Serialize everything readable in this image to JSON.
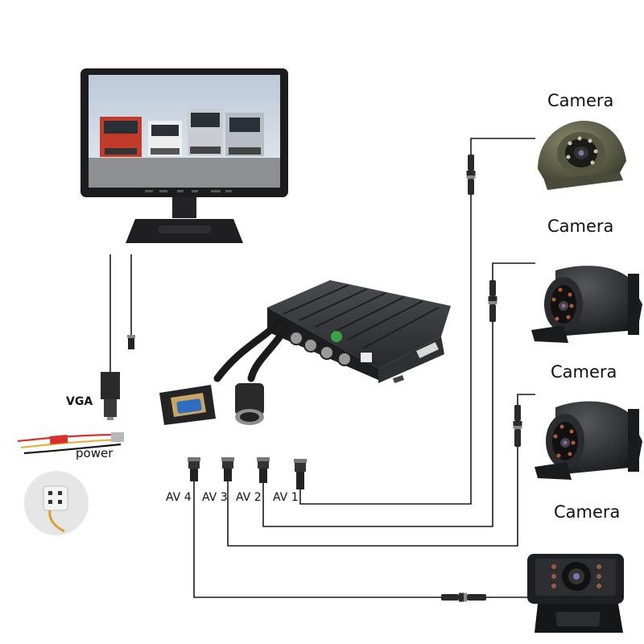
{
  "labels": {
    "camera_1": "Camera",
    "camera_2": "Camera",
    "camera_3": "Camera",
    "camera_4": "Camera",
    "av1": "AV 1",
    "av2": "AV 2",
    "av3": "AV 3",
    "av4": "AV 4",
    "vga": "VGA",
    "power": "power"
  },
  "colors": {
    "wire": "#1a1a1a",
    "device_body": "#2b2d30",
    "monitor_frame": "#1c1c1e",
    "camera_dome": "#5a5a44",
    "power_red": "#d8302a",
    "power_yellow": "#e2b23a",
    "vga_port": "#2f6fc0"
  },
  "icons": [
    "monitor-icon",
    "dvr-box-icon",
    "dome-camera-icon",
    "side-camera-icon",
    "rear-camera-icon",
    "connector-icon",
    "vga-plug-icon",
    "power-cable-icon",
    "power-plug-icon"
  ]
}
